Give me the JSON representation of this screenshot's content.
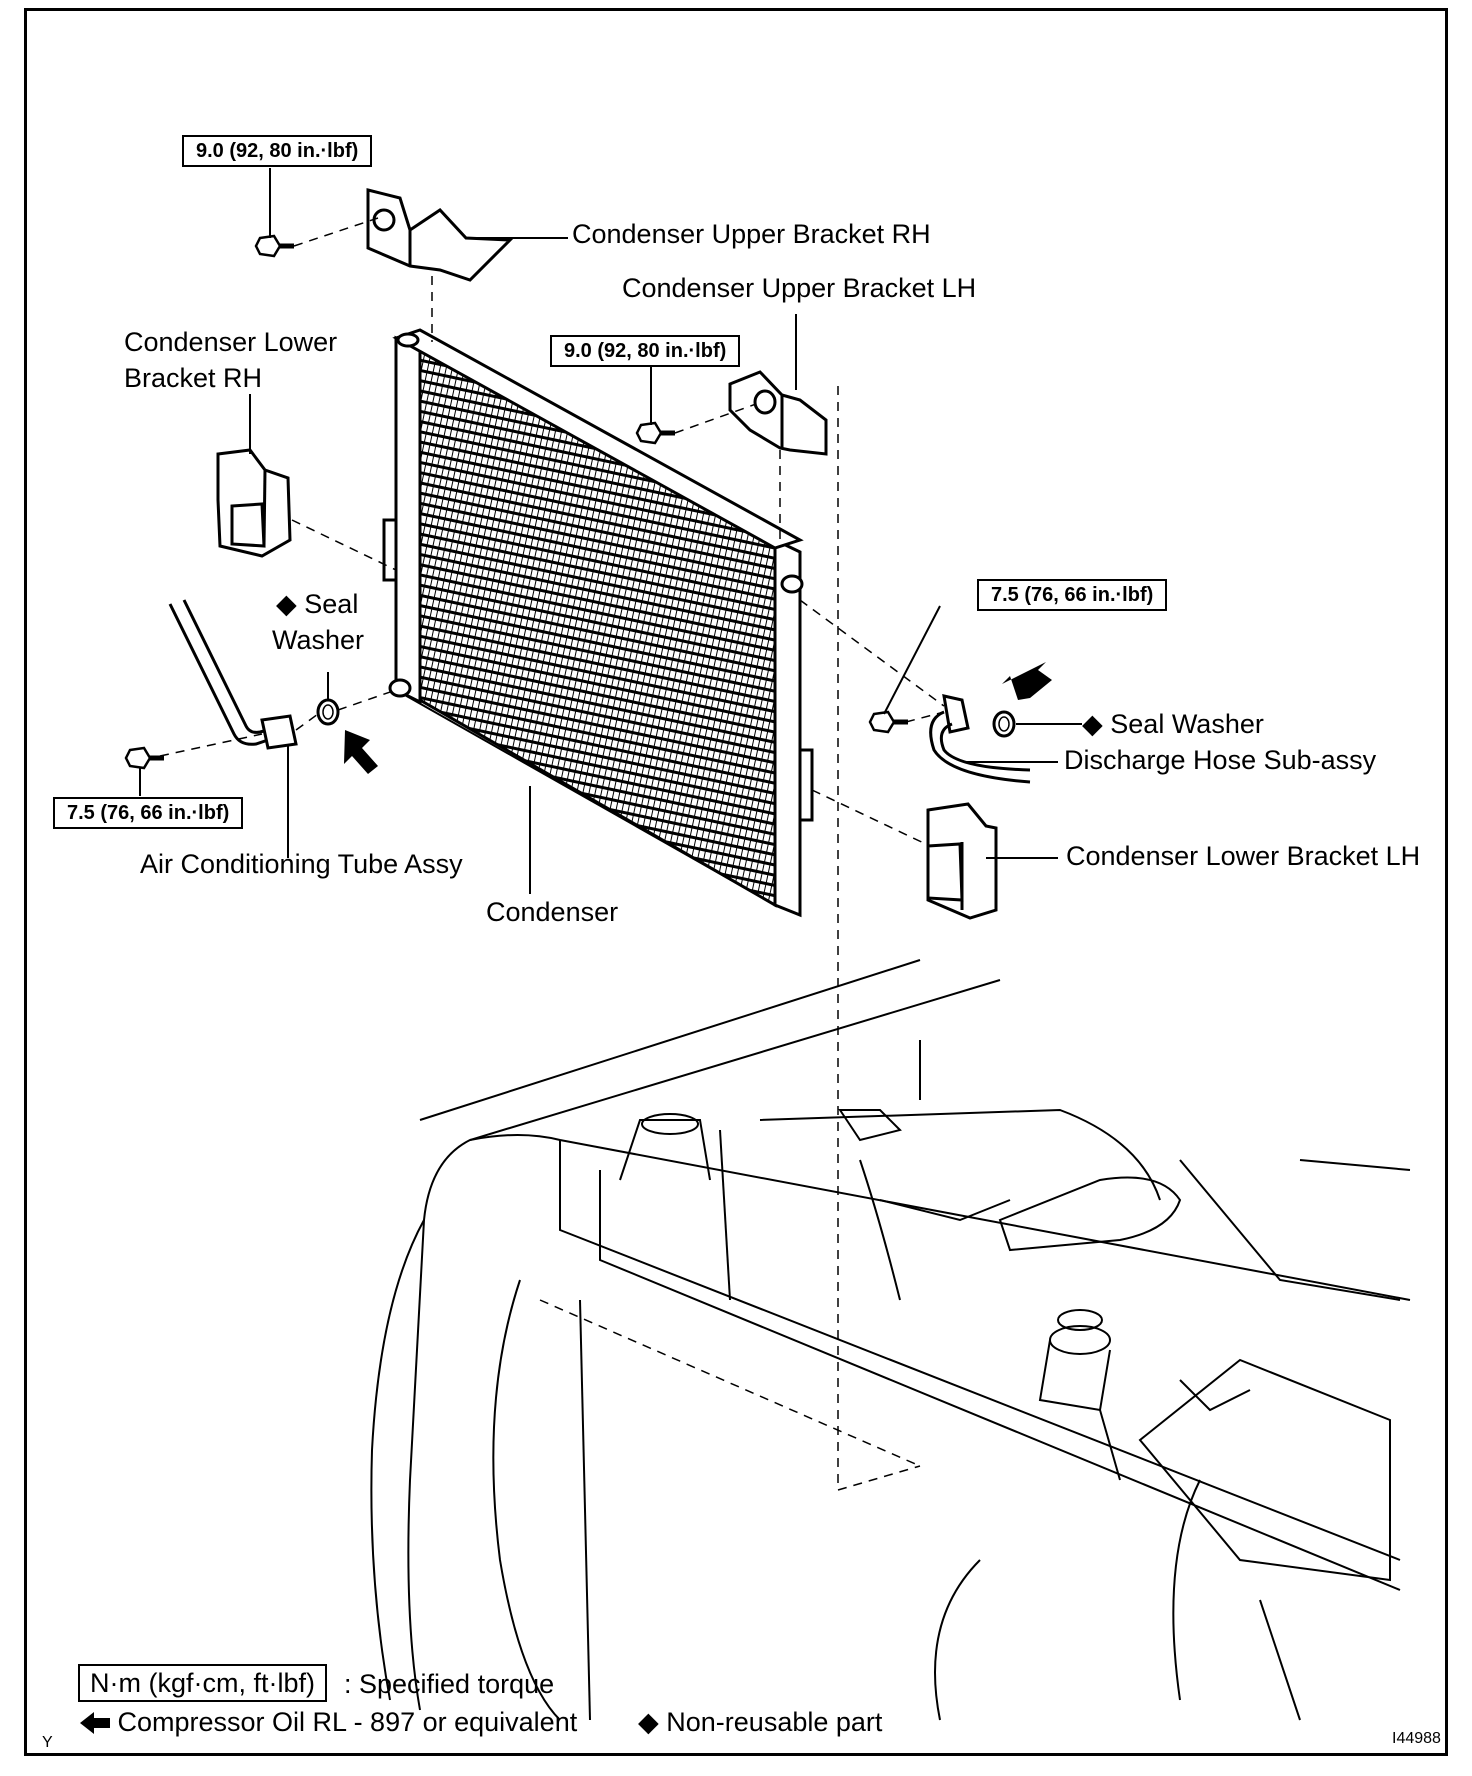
{
  "labels": {
    "upper_rh": "Condenser Upper Bracket RH",
    "upper_lh": "Condenser Upper Bracket LH",
    "lower_rh_line1": "Condenser Lower",
    "lower_rh_line2": "Bracket RH",
    "seal_left_line1": "Seal",
    "seal_left_line2": "Washer",
    "seal_right": "Seal Washer",
    "discharge_hose": "Discharge Hose Sub-assy",
    "lower_lh": "Condenser Lower Bracket LH",
    "ac_tube": "Air Conditioning Tube Assy",
    "condenser": "Condenser"
  },
  "torques": {
    "upper_rh": "9.0 (92, 80 in.·lbf)",
    "upper_lh": "9.0 (92, 80 in.·lbf)",
    "right_bolt": "7.5 (76, 66 in.·lbf)",
    "left_bolt": "7.5 (76, 66 in.·lbf)"
  },
  "legend": {
    "unit_box": "N·m (kgf·cm, ft·lbf)",
    "unit_text": ": Specified torque",
    "oil_text": "Compressor Oil RL - 897 or equivalent",
    "nonreusable_text": "Non-reusable part"
  },
  "corner": {
    "left": "Y",
    "right": "I44988"
  },
  "symbols": {
    "diamond": "◆",
    "arrow": "arrow-left-icon"
  }
}
